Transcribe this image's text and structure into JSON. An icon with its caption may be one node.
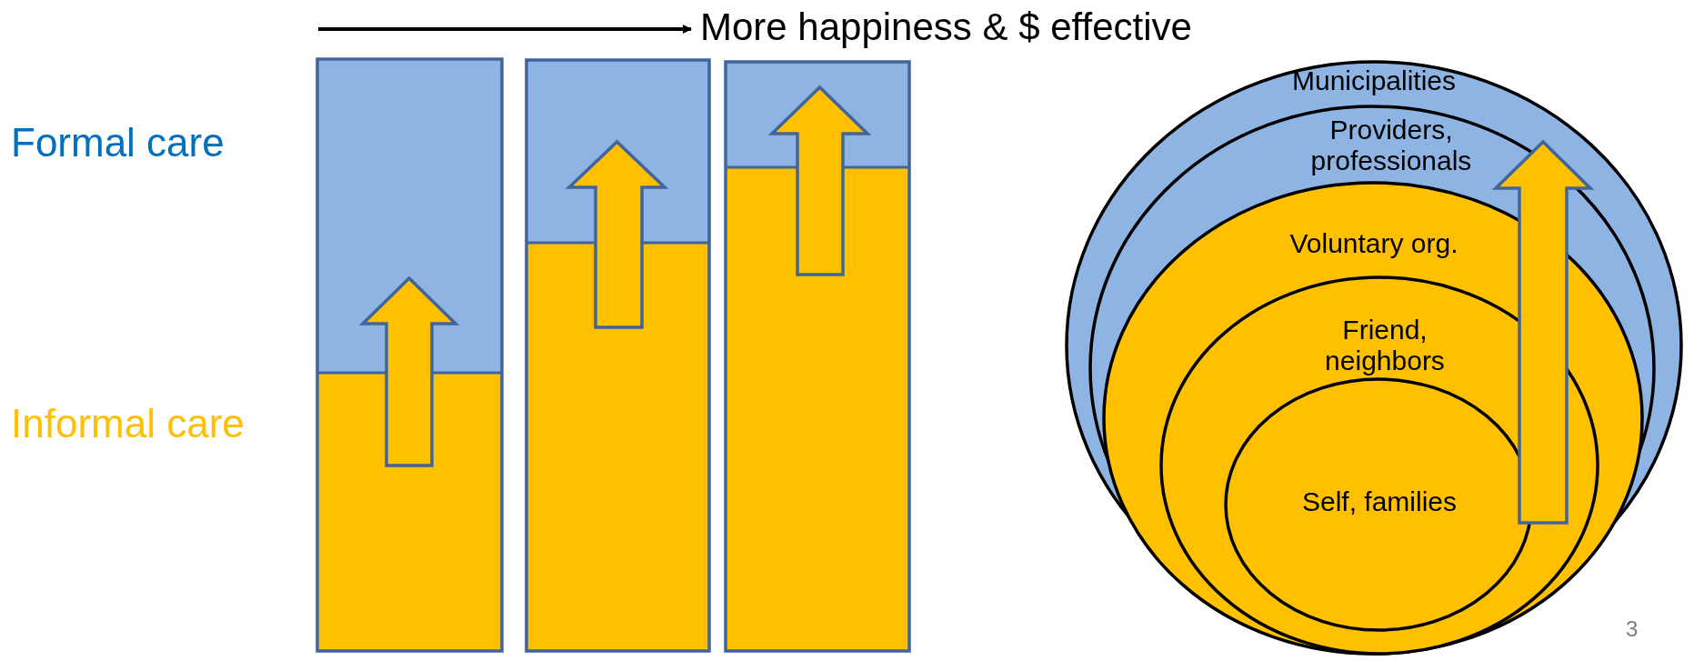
{
  "diagram": {
    "nodes": [
      {
        "text": [
          "Municipalities"
        ]
      },
      {
        "text": [
          "Providers, professionals"
        ],
        "in": 0
      },
      {
        "text": [
          "Voluntary org."
        ],
        "in": 1
      },
      {
        "text": [
          "Friend, neighbors"
        ],
        "in": 2
      },
      {
        "text": [
          "Self, families"
        ],
        "in": 3
      }
    ],
    "edges": [],
    "labels": [
      "More happiness & $ effective",
      "Formal care",
      "Informal care",
      "3"
    ]
  }
}
